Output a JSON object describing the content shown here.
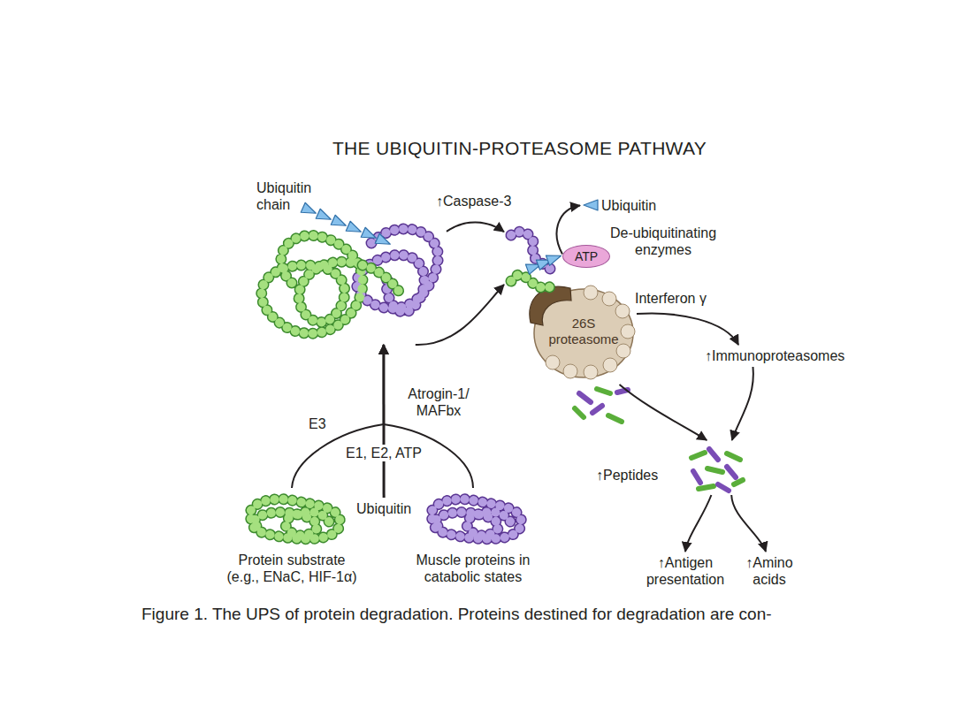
{
  "diagram": {
    "title": "THE UBIQUITIN-PROTEASOME PATHWAY",
    "caption": "Figure 1. The UPS of protein degradation. Proteins destined for degradation are con-",
    "nodes": [
      {
        "text": [
          "Ubiquitin chain"
        ]
      },
      {
        "text": [
          "26S proteasome"
        ]
      },
      {
        "text": [
          "ATP"
        ]
      },
      {
        "text": [
          "Ubiquitin"
        ]
      },
      {
        "text": [
          "↑Immunoproteasomes"
        ]
      },
      {
        "text": [
          "↑Peptides"
        ]
      },
      {
        "text": [
          "Protein substrate (e.g., ENaC, HIF-1α)"
        ]
      },
      {
        "text": [
          "Ubiquitin"
        ]
      },
      {
        "text": [
          "Muscle proteins in catabolic states"
        ]
      },
      {
        "text": [
          "↑Antigen presentation"
        ]
      },
      {
        "text": [
          "↑Amino acids"
        ]
      }
    ],
    "edges": [
      {
        "from": 0,
        "to": 1,
        "label": "↑Caspase-3",
        "arrow": "to"
      },
      {
        "from": 0,
        "to": 1,
        "arrow": "to"
      },
      {
        "from": 2,
        "to": 3,
        "arrow": "to"
      },
      {
        "from": 1,
        "to": 4,
        "label": "Interferon γ",
        "arrow": "to"
      },
      {
        "from": 1,
        "to": 5,
        "arrow": "to"
      },
      {
        "from": 4,
        "to": 5,
        "arrow": "to"
      },
      {
        "from": 5,
        "to": 9,
        "arrow": "to"
      },
      {
        "from": 5,
        "to": 10,
        "arrow": "to"
      },
      {
        "from": 6,
        "to": 0,
        "label": "E3",
        "arrow": "to"
      },
      {
        "from": 8,
        "to": 0,
        "label": "Atrogin-1/ MAFbx",
        "arrow": "to"
      },
      {
        "from": 7,
        "to": 0,
        "label": "E1, E2, ATP",
        "arrow": "to"
      }
    ],
    "labels": [
      "De-ubiquitinating enzymes"
    ]
  }
}
